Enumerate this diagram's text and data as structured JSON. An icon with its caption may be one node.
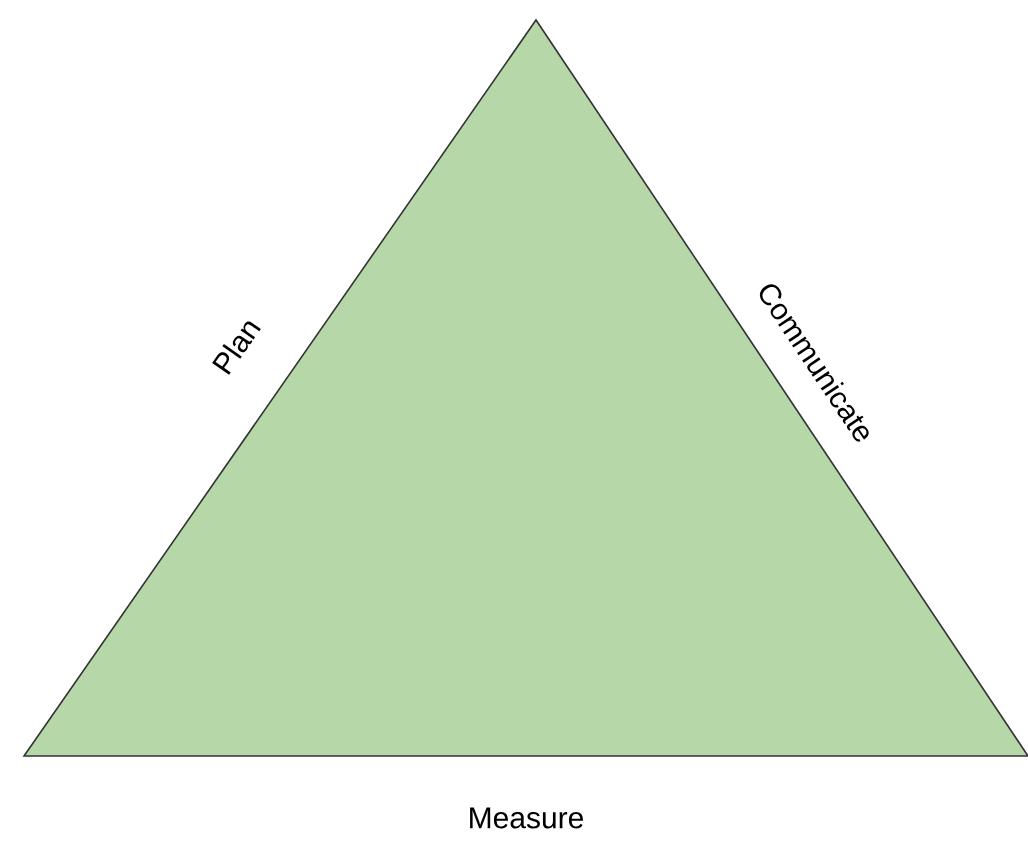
{
  "diagram": {
    "nodes": [
      {
        "text": [],
        "shape": "triangle",
        "beside": [
          "Plan",
          "Communicate",
          "Measure"
        ]
      }
    ]
  }
}
